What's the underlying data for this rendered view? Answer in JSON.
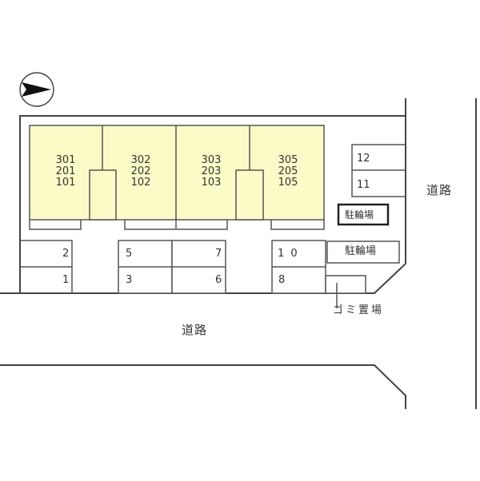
{
  "diagram": {
    "type": "site-plan",
    "colors": {
      "building_fill": "#fbfbc8",
      "line": "#444444",
      "background": "#ffffff"
    },
    "compass": {
      "icon": "north-arrow-icon",
      "direction": "right"
    },
    "units": [
      {
        "floors": [
          "301",
          "201",
          "101"
        ]
      },
      {
        "floors": [
          "302",
          "202",
          "102"
        ]
      },
      {
        "floors": [
          "303",
          "203",
          "103"
        ]
      },
      {
        "floors": [
          "305",
          "205",
          "105"
        ]
      }
    ],
    "parking": {
      "p1": "1",
      "p2": "2",
      "p3": "3",
      "p5": "5",
      "p6": "6",
      "p7": "7",
      "p8": "8",
      "p10": "1 0",
      "p11": "11",
      "p12": "12"
    },
    "labels": {
      "bicycle_parking_1": "駐輪場",
      "bicycle_parking_2": "駐輪場",
      "garbage": "ゴミ置場",
      "road_south": "道路",
      "road_east": "道路"
    }
  }
}
